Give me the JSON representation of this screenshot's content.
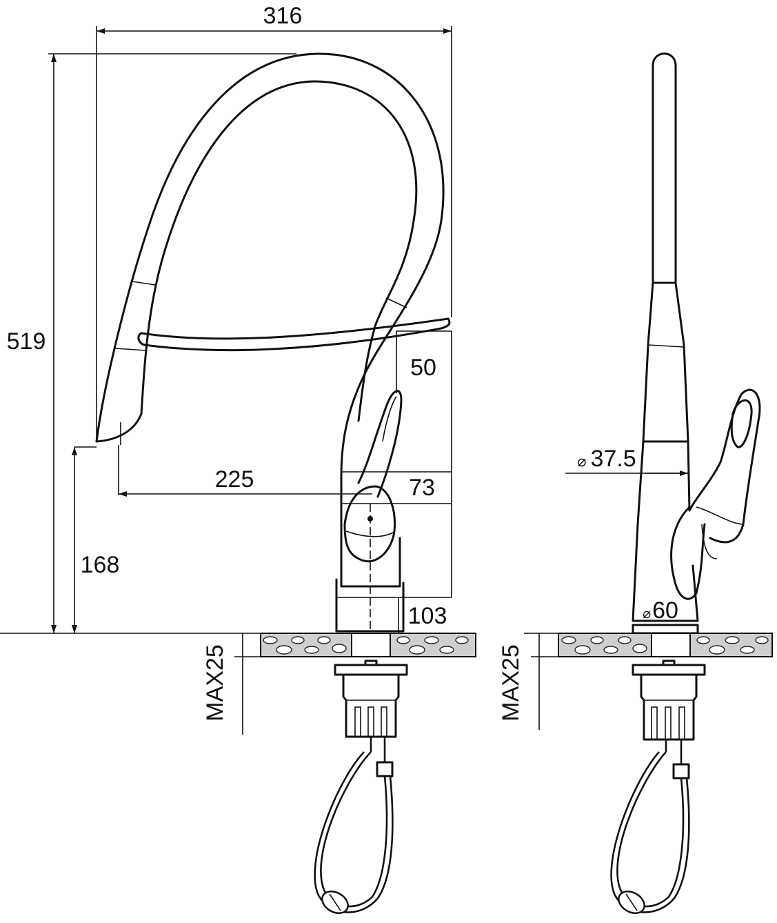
{
  "dimensions": {
    "width_total": "316",
    "height_total": "519",
    "spout_drop": "50",
    "reach": "225",
    "handle_height": "73",
    "base_height": "168",
    "base_offset": "103",
    "max_deck_left": "MAX25",
    "max_deck_right": "MAX25",
    "spout_diameter": "37.5",
    "base_diameter": "60"
  },
  "symbols": {
    "diameter": "⌀"
  }
}
